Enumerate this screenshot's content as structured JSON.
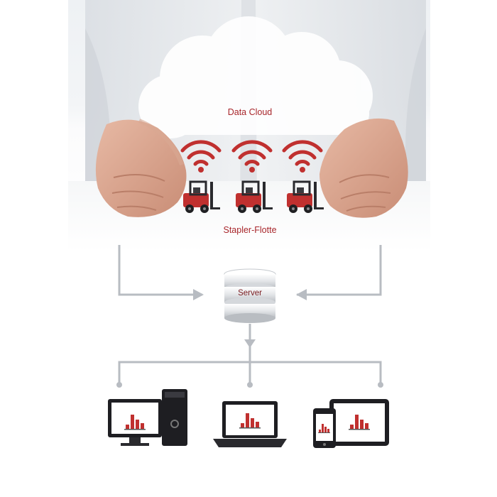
{
  "labels": {
    "cloud": "Data Cloud",
    "fleet": "Stapler-Flotte",
    "server": "Server"
  },
  "colors": {
    "accent": "#c0302f",
    "line": "#b8bcc2",
    "device_dark": "#1e1e22"
  },
  "icons": [
    "wifi-icon",
    "forklift-icon",
    "server-icon",
    "desktop-computer-icon",
    "laptop-icon",
    "tablet-icon",
    "smartphone-icon",
    "bar-chart-icon"
  ]
}
